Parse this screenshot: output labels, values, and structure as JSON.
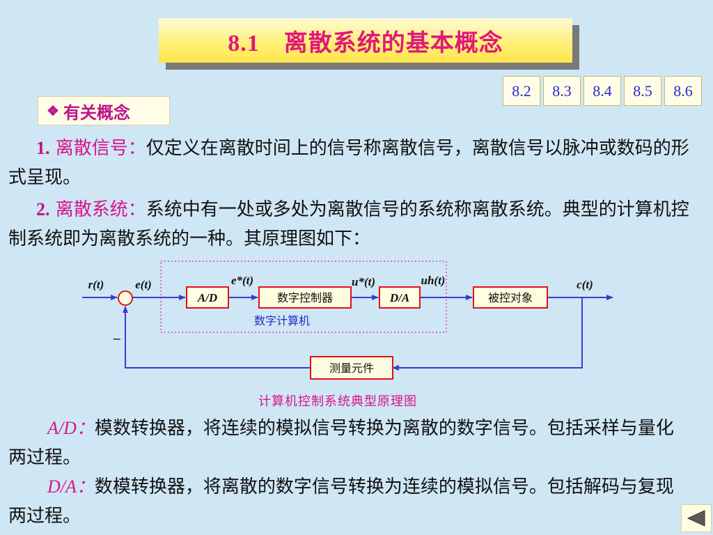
{
  "title": "8.1　离散系统的基本概念",
  "section_tabs": [
    "8.2",
    "8.3",
    "8.4",
    "8.5",
    "8.6"
  ],
  "concept_heading": "有关概念",
  "paragraphs": {
    "p1_num": "1.",
    "p1_term": "离散信号：",
    "p1_text": "仅定义在离散时间上的信号称离散信号，离散信号以脉冲或数码的形式呈现。",
    "p2_num": "2.",
    "p2_term": "离散系统：",
    "p2_text": "系统中有一处或多处为离散信号的系统称离散系统。典型的计算机控制系统即为离散系统的一种。其原理图如下：",
    "ad_term": "A/D：",
    "ad_text": "模数转换器，将连续的模拟信号转换为离散的数字信号。包括采样与量化两过程。",
    "da_term": "D/A：",
    "da_text": "数模转换器，将离散的数字信号转换为连续的模拟信号。包括解码与复现两过程。"
  },
  "diagram": {
    "blocks": {
      "ad": "A/D",
      "controller": "数字控制器",
      "da": "D/A",
      "plant": "被控对象",
      "sensor": "测量元件"
    },
    "computer_label": "数字计算机",
    "signals": {
      "r": "r(t)",
      "e": "e(t)",
      "estar": "e*(t)",
      "ustar": "u*(t)",
      "uh": "uh(t)",
      "c": "c(t)"
    },
    "minus_sign": "−",
    "caption": "计算机控制系统典型原理图"
  },
  "nav": {
    "back_icon": "left-triangle-icon"
  },
  "colors": {
    "background": "#cfe6f4",
    "title_text": "#e0187a",
    "accent": "#d8138a",
    "link": "#2828c8",
    "line": "#3b3bd0",
    "block_border": "#e0101a"
  }
}
